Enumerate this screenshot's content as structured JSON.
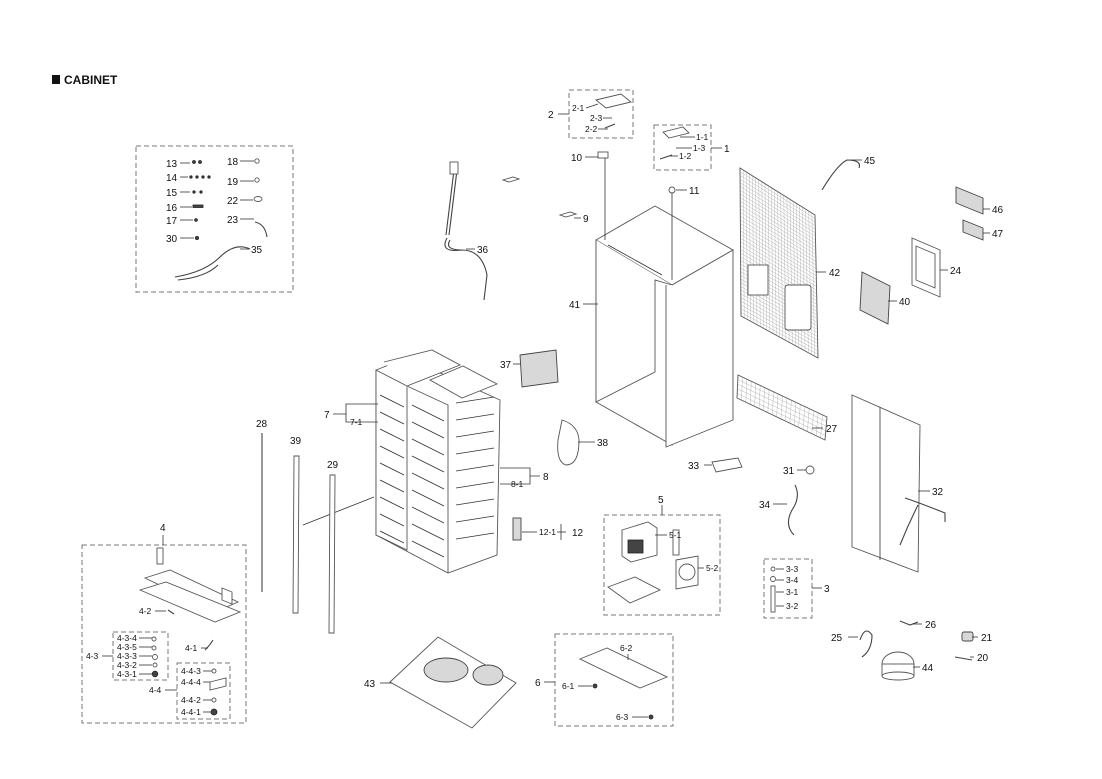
{
  "title": "CABINET",
  "labels": {
    "p1": "1",
    "p1_1": "1-1",
    "p1_2": "1-2",
    "p1_3": "1-3",
    "p2": "2",
    "p2_1": "2-1",
    "p2_2": "2-2",
    "p2_3": "2-3",
    "p3": "3",
    "p3_1": "3-1",
    "p3_2": "3-2",
    "p3_3": "3-3",
    "p3_4": "3-4",
    "p4": "4",
    "p4_1": "4-1",
    "p4_2": "4-2",
    "p4_3": "4-3",
    "p4_4": "4-4",
    "p4_3_1": "4-3-1",
    "p4_3_2": "4-3-2",
    "p4_3_3": "4-3-3",
    "p4_3_4": "4-3-4",
    "p4_3_5": "4-3-5",
    "p4_4_1": "4-4-1",
    "p4_4_2": "4-4-2",
    "p4_4_3": "4-4-3",
    "p4_4_4": "4-4-4",
    "p5": "5",
    "p5_1": "5-1",
    "p5_2": "5-2",
    "p6": "6",
    "p6_1": "6-1",
    "p6_2": "6-2",
    "p6_3": "6-3",
    "p7": "7",
    "p7_1": "7-1",
    "p8": "8",
    "p8_1": "8-1",
    "p9": "9",
    "p10": "10",
    "p11": "11",
    "p12": "12",
    "p12_1": "12-1",
    "p13": "13",
    "p14": "14",
    "p15": "15",
    "p16": "16",
    "p17": "17",
    "p18": "18",
    "p19": "19",
    "p20": "20",
    "p21": "21",
    "p22": "22",
    "p23": "23",
    "p24": "24",
    "p25": "25",
    "p26": "26",
    "p27": "27",
    "p28": "28",
    "p29": "29",
    "p30": "30",
    "p31": "31",
    "p32": "32",
    "p33": "33",
    "p34": "34",
    "p35": "35",
    "p36": "36",
    "p37": "37",
    "p38": "38",
    "p39": "39",
    "p40": "40",
    "p41": "41",
    "p42": "42",
    "p43": "43",
    "p44": "44",
    "p45": "45",
    "p46": "46",
    "p47": "47"
  }
}
